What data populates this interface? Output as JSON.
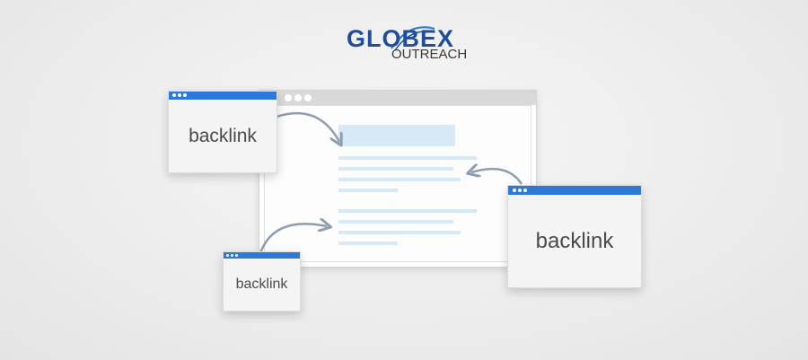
{
  "logo": {
    "main": "GLOBEX",
    "sub": "OUTREACH"
  },
  "backlinks": [
    {
      "label": "backlink"
    },
    {
      "label": "backlink"
    },
    {
      "label": "backlink"
    }
  ],
  "colors": {
    "accent": "#2d79d8",
    "brand": "#1f4e9b",
    "placeholder": "#d6e9f5",
    "arrow": "#8f9eae"
  }
}
